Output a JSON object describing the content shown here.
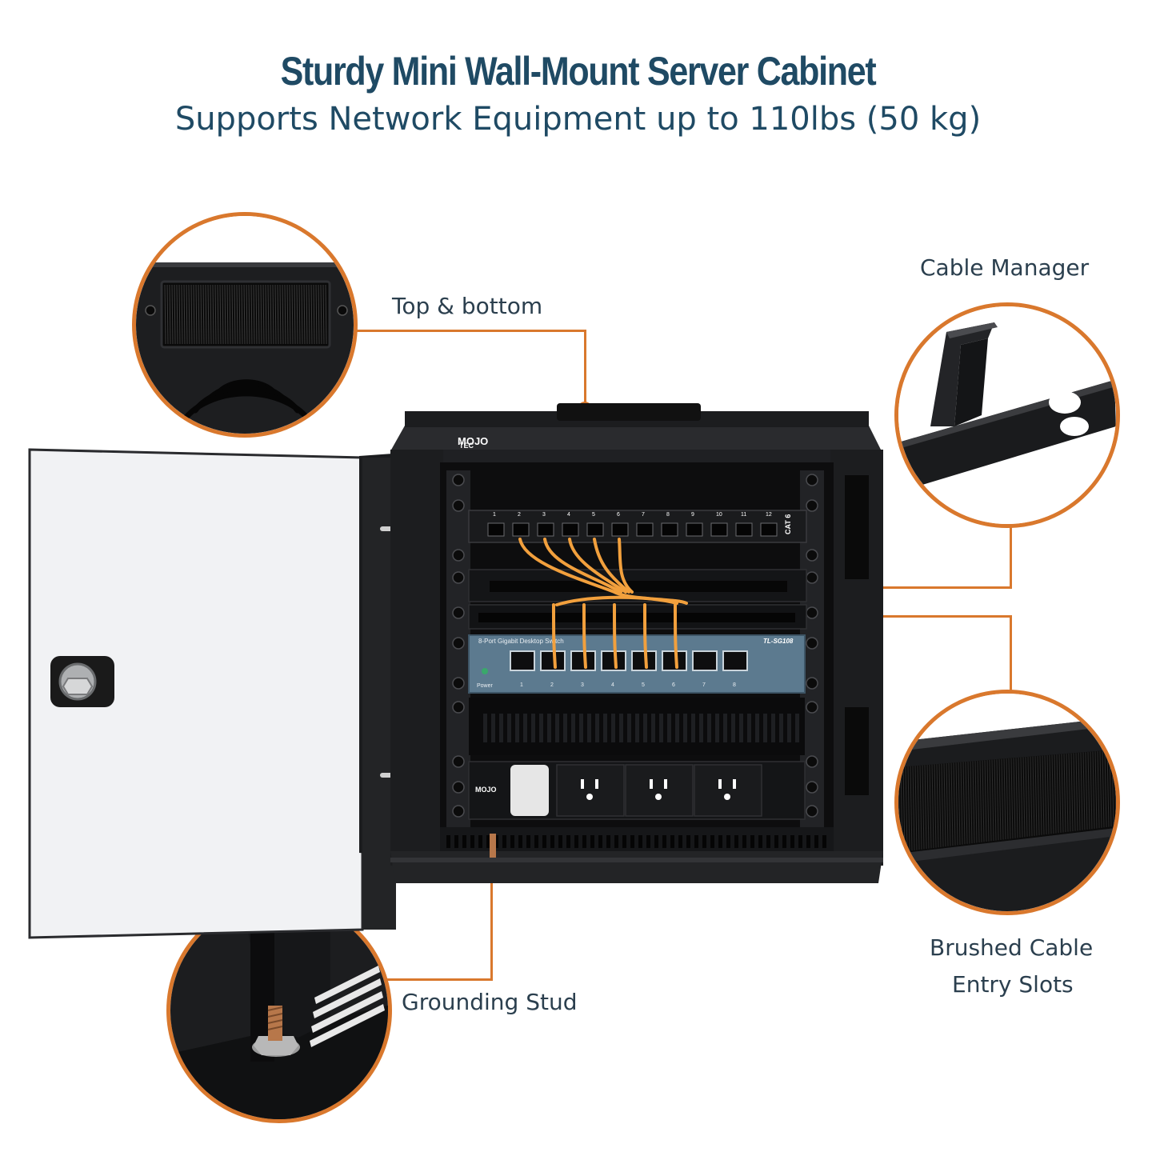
{
  "header": {
    "title": "Sturdy Mini Wall-Mount Server Cabinet",
    "subtitle": "Supports Network Equipment up to 110lbs (50 kg)"
  },
  "callouts": {
    "top_bottom": "Top & bottom",
    "cable_manager": "Cable Manager",
    "brushed_line1": "Brushed Cable",
    "brushed_line2": "Entry Slots",
    "grounding": "Grounding Stud"
  },
  "device_labels": {
    "brand_top": "MOJO",
    "brand_small": "TEC",
    "patch_label": "CAT 6",
    "switch_text": "8-Port Gigabit Desktop Switch",
    "switch_model": "TL-SG108",
    "switch_power": "Power",
    "brand_pdu": "MOJO"
  },
  "patch_ports": [
    "1",
    "2",
    "3",
    "4",
    "5",
    "6",
    "7",
    "8",
    "9",
    "10",
    "11",
    "12"
  ],
  "switch_ports": [
    "1",
    "2",
    "3",
    "4",
    "5",
    "6",
    "7",
    "8"
  ],
  "colors": {
    "accent": "#d9782d",
    "heading": "#1f4a64",
    "label": "#2b3f4e",
    "cabinet": "#1e1f21",
    "cable": "#f2a03d",
    "switch_face": "#5c7a8f"
  }
}
